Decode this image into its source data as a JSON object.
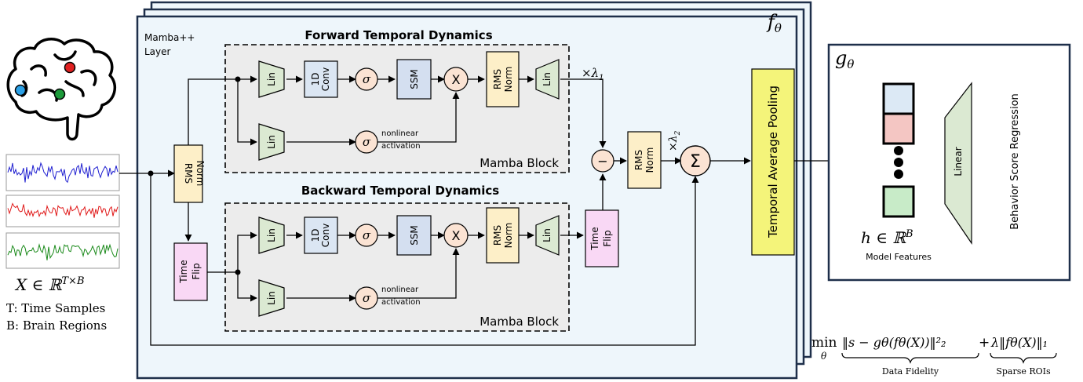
{
  "layer_label_line1": "Mamba++",
  "layer_label_line2": "Layer",
  "f_theta": "fθ",
  "g_theta": "gθ",
  "forward_title": "Forward Temporal Dynamics",
  "backward_title": "Backward Temporal Dynamics",
  "mamba_block_label": "Mamba Block",
  "blocks": {
    "lin": "Lin",
    "conv1": "1D",
    "conv2": "Conv",
    "ssm": "SSM",
    "rms1": "RMS",
    "rms2": "Norm",
    "time1": "Time",
    "time2": "Flip",
    "sigma": "σ",
    "times": "X",
    "minus": "−",
    "sum": "Σ",
    "nonlinear1": "nonlinear",
    "nonlinear2": "activation"
  },
  "lambda1": "×λ1",
  "lambda2": "×λ2",
  "pooling_label": "Temporal Average Pooling",
  "linear_label": "Linear",
  "regression_label": "Behavior Score Regression",
  "feature_math": "h ∈ ℝB",
  "feature_label": "Model Features",
  "input_math": "X ∈ ℝT×B",
  "input_line1": "T: Time Samples",
  "input_line2": "B: Brain Regions",
  "objective": {
    "min": "min",
    "min_sub": "θ",
    "term1": "‖s − gθ(fθ(X))‖²₂",
    "plus": "+",
    "term2": "λ‖fθ(X)‖₁",
    "brace1": "Data Fidelity",
    "brace2": "Sparse ROIs"
  },
  "colors": {
    "lin": "#dbe9d2",
    "conv": "#dbe6f3",
    "ssm": "#d4dff0",
    "rms": "#fdefc8",
    "timeflip": "#f9d8f5",
    "sigma": "#fbe3d3",
    "pooling": "#f4f47a",
    "feat_blue": "#dce9f5",
    "feat_red": "#f4c6c3",
    "feat_green": "#c8ebc8",
    "panel": "#eef6fb",
    "block_bg": "#ececec",
    "frame": "#1e2f4a"
  },
  "signal_colors": [
    "#1f1fd0",
    "#e01919",
    "#1a8a1a"
  ]
}
